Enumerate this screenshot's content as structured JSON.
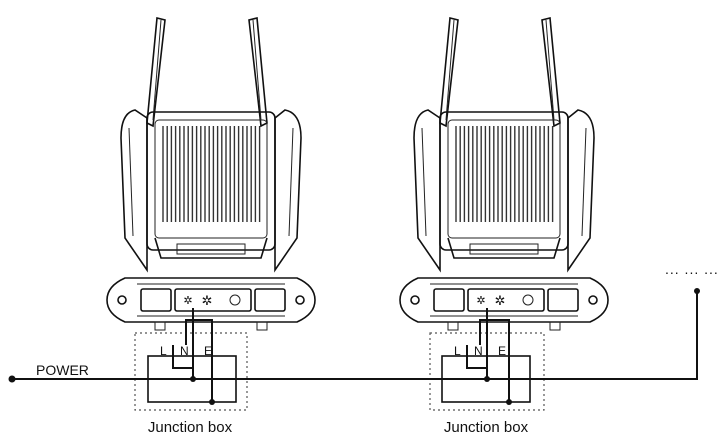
{
  "diagram": {
    "power_label": "POWER",
    "terminal_labels": [
      "L",
      "N",
      "E"
    ],
    "junction_box_label": "Junction box",
    "continuation_marks": "... ... ..."
  }
}
